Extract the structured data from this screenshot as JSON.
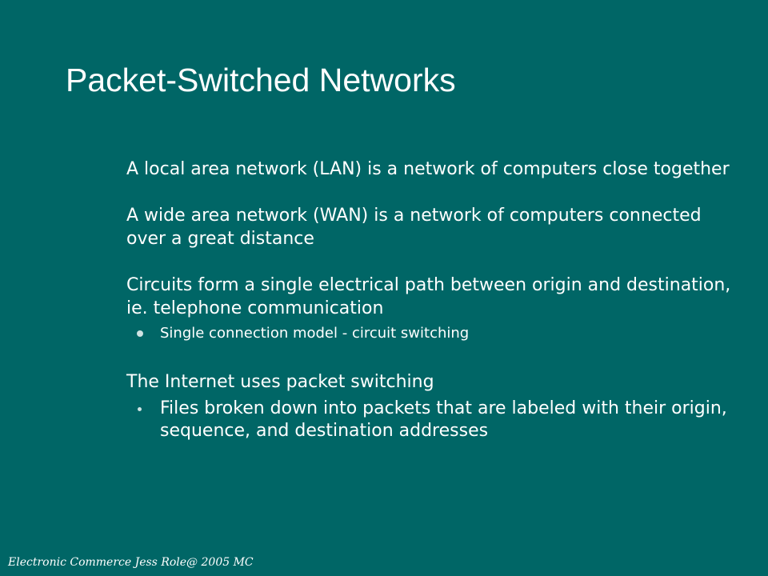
{
  "slide": {
    "title": "Packet-Switched Networks",
    "points": [
      {
        "text": "A local area network (LAN) is a network of computers close together"
      },
      {
        "text": "A wide area network (WAN) is a network of computers connected over a great distance"
      },
      {
        "text": "Circuits form a single electrical path between origin and destination, ie. telephone communication",
        "sub": [
          "Single connection model - circuit switching"
        ]
      },
      {
        "text": "The Internet uses packet switching",
        "sub": [
          "Files broken down into packets that are labeled with their origin, sequence, and destination addresses"
        ]
      }
    ],
    "footer": "Electronic Commerce Jess Role@ 2005 MC"
  }
}
